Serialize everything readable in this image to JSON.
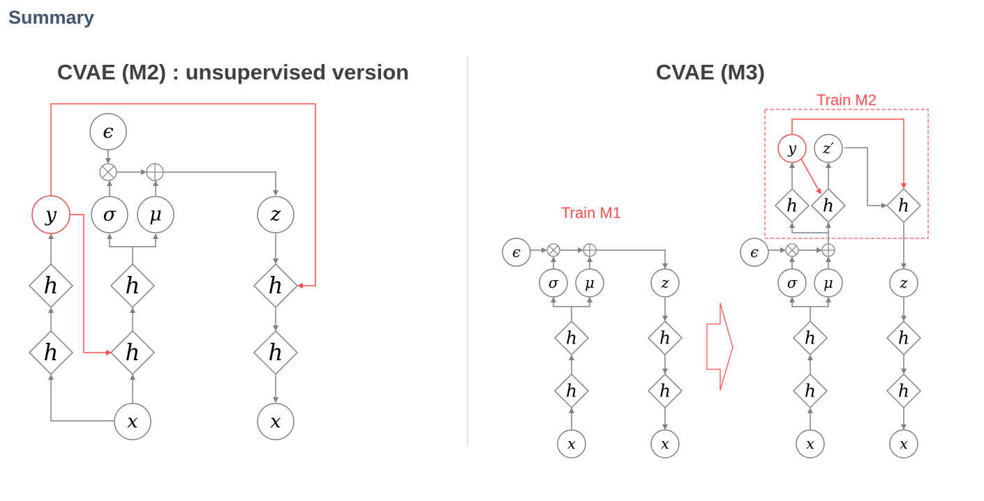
{
  "page_title": "Summary",
  "left_diagram": {
    "title": "CVAE (M2) : unsupervised version"
  },
  "right_diagram": {
    "title": "CVAE (M3)",
    "train_m1_label": "Train M1",
    "train_m2_label": "Train M2"
  },
  "symbols": {
    "epsilon": "ϵ",
    "sigma": "σ",
    "mu": "μ",
    "z": "z",
    "h": "h",
    "x": "x",
    "y": "y",
    "z_prime": "z′"
  },
  "colors": {
    "edge": "#808080",
    "highlight": "#ff4d4d",
    "title": "#44546a",
    "heading": "#404040"
  }
}
